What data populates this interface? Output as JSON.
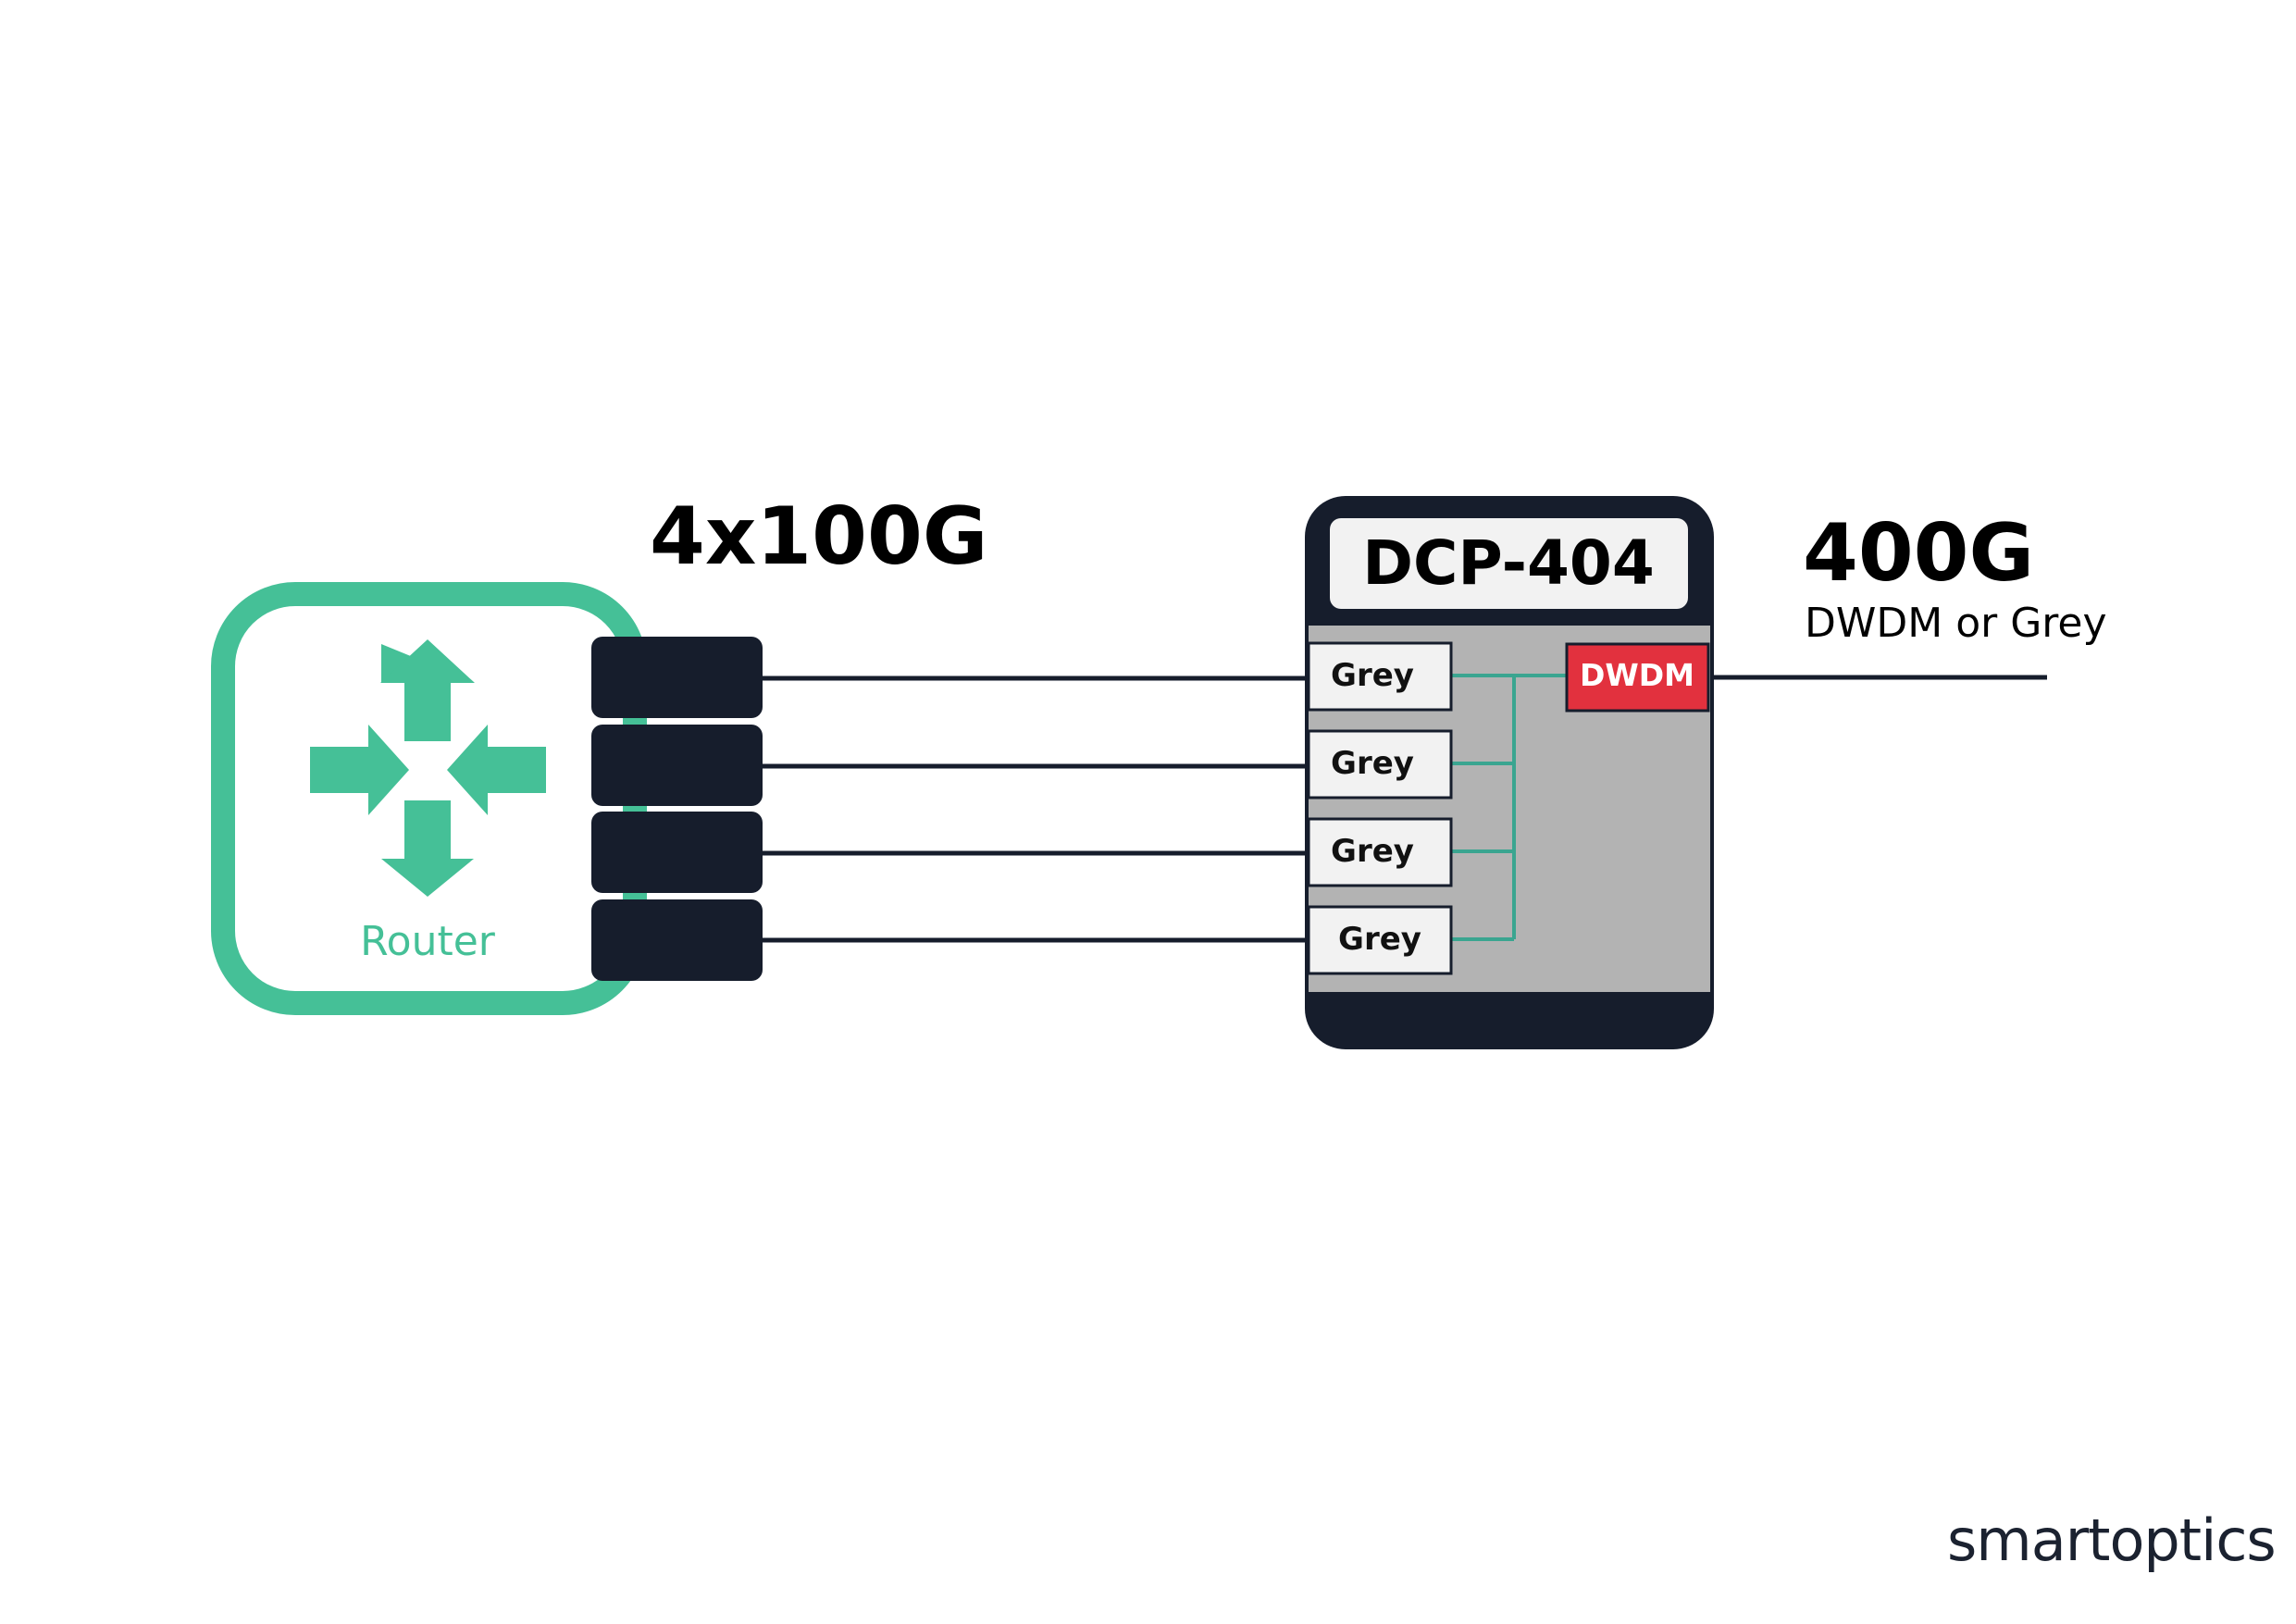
{
  "colors": {
    "router_green": "#45c097",
    "dark_navy": "#161d2c",
    "panel_grey": "#b3b3b3",
    "module_fill": "#f2f2f2",
    "dwdm_red": "#e2313e",
    "line_teal": "#3aa590",
    "line_dark": "#161d2c"
  },
  "router": {
    "label": "Router",
    "icon": "router-arrows-icon"
  },
  "left_link": {
    "label": "4x100G"
  },
  "device": {
    "name": "DCP-404",
    "modules": [
      {
        "label": "Grey"
      },
      {
        "label": "Grey"
      },
      {
        "label": "Grey"
      },
      {
        "label": "Grey"
      }
    ],
    "uplink_module": {
      "label": "DWDM"
    }
  },
  "right_link": {
    "label": "400G",
    "sublabel": "DWDM or Grey"
  },
  "brand": {
    "logo_text": "smartoptics"
  }
}
